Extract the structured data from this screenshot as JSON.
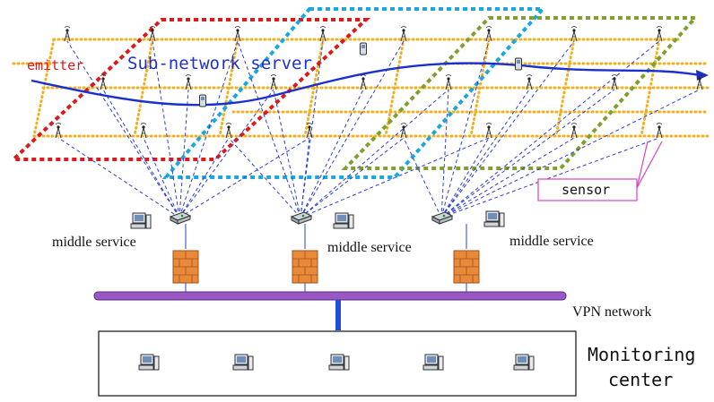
{
  "labels": {
    "emitter": "emitter",
    "subnet_server": "Sub-network server",
    "sensor": "sensor",
    "middle_service": "middle service",
    "vpn": "VPN network",
    "monitoring_line1": "Monitoring",
    "monitoring_line2": "center"
  },
  "middle_service_count": 3,
  "monitoring_pc_count": 5,
  "colors": {
    "red_net": "#e01818",
    "cyan_net": "#1aa6df",
    "green_net": "#7fa030",
    "sensor_grid": "#f0b020",
    "link": "#2f3fd6",
    "trajectory": "#1a2fd0",
    "vpn_bar": "#9a58c4",
    "vpn_stem": "#1f4fd8",
    "sensor_callout": "#e040c0",
    "emitter_text": "#e01818",
    "subnet_text": "#2030d0",
    "firewall": "#e88a3a"
  },
  "icons": [
    "antenna-icon",
    "computer-icon",
    "router-icon",
    "firewall-icon",
    "phone-icon"
  ]
}
